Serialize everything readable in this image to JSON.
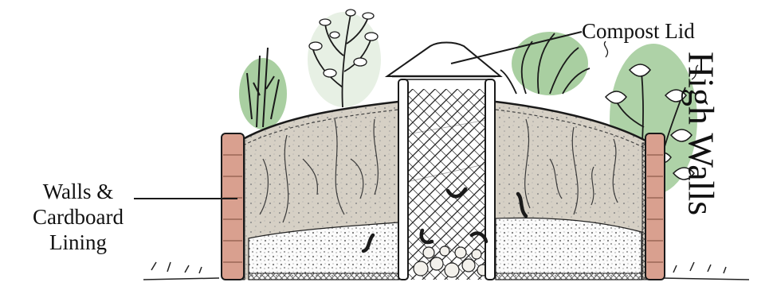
{
  "labels": {
    "compost_lid": "Compost Lid",
    "walls_line1": "Walls &",
    "walls_line2": "Cardboard",
    "walls_line3": "Lining",
    "side_title": "High Walls"
  },
  "colors": {
    "brick": "#d9a08f",
    "soil": "#d6d0c5",
    "foliage": "#8cbf82",
    "ink": "#1a1a1a"
  },
  "icons": {
    "lid": "compost-lid-icon",
    "plants": "plant-icon",
    "worms": "worm-icon"
  }
}
